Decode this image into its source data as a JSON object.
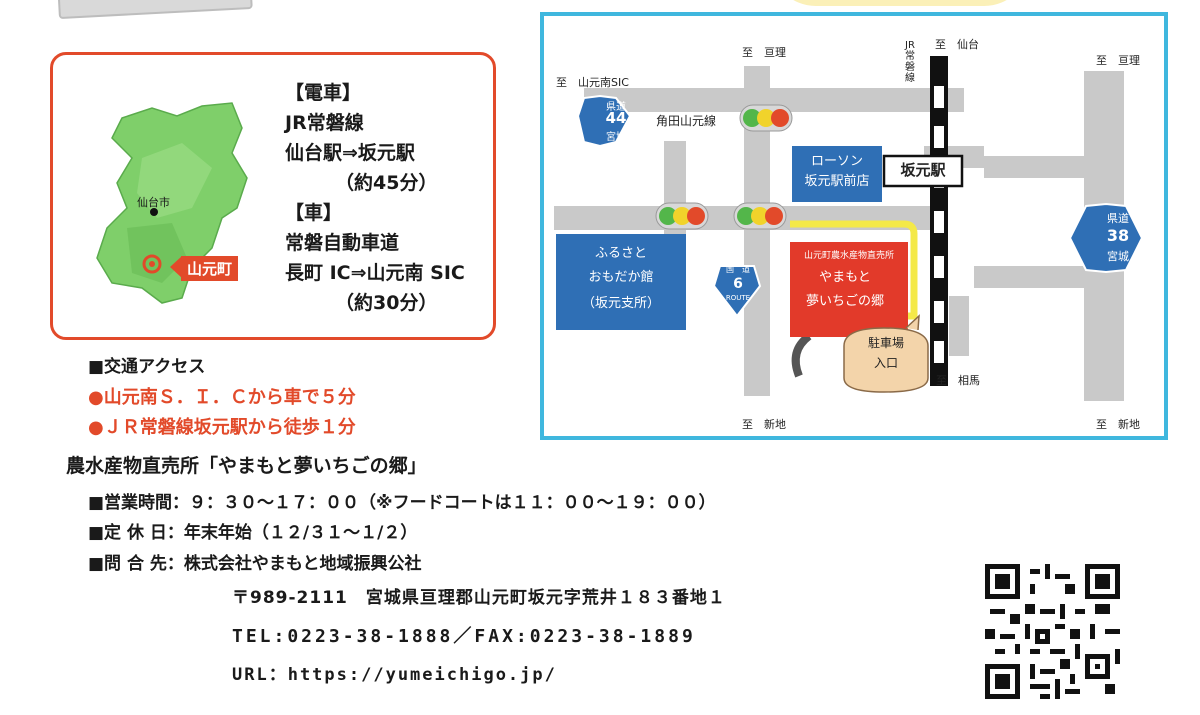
{
  "access_box": {
    "train_heading": "【電車】",
    "train_line": "JR常磐線",
    "train_route": "仙台駅⇒坂元駅",
    "train_time": "（約45分）",
    "car_heading": "【車】",
    "car_road": "常磐自動車道",
    "car_route": "長町 IC⇒山元南 SIC",
    "car_time": "（約30分）",
    "sendai_label": "仙台市",
    "yamamoto_label": "山元町"
  },
  "map": {
    "dir_watari_top": "至　亘理",
    "dir_sendai": "至　仙台",
    "dir_watari_right": "至　亘理",
    "dir_yamamotominami": "至　山元南SIC",
    "jr_line_vertical": "JR常磐線",
    "route44_top": "県道",
    "route44_num": "44",
    "route44_bottom": "宮城",
    "kakuda_line": "角田山元線",
    "lawson_line1": "ローソン",
    "lawson_line2": "坂元駅前店",
    "station": "坂元駅",
    "route38_top": "県道",
    "route38_num": "38",
    "route38_bottom": "宮城",
    "furusato_line1": "ふるさと",
    "furusato_line2": "おもだか館",
    "furusato_line3": "（坂元支所）",
    "route6_top": "国　道",
    "route6_num": "6",
    "route6_bottom": "ROUTE",
    "shop_small": "山元町農水産物直売所",
    "shop_line1": "やまもと",
    "shop_line2": "夢いちごの郷",
    "parking_line1": "駐車場",
    "parking_line2": "入口",
    "dir_soma": "至　相馬",
    "dir_shinchi_left": "至　新地",
    "dir_shinchi_right": "至　新地"
  },
  "info": {
    "access_heading": "■交通アクセス",
    "access_car": "●山元南Ｓ．Ｉ．Ｃから車で５分",
    "access_walk": "●ＪＲ常磐線坂元駅から徒歩１分",
    "shop_name": "農水産物直売所「やまもと夢いちごの郷」",
    "hours": "■営業時間：９：３０～１７：００（※フードコートは１１：００～１９：００）",
    "holiday": "■定 休 日：年末年始（１２/３１～１/２）",
    "contact": "■問 合 先：株式会社やまもと地域振興公社",
    "address": "〒989-2111　宮城県亘理郡山元町坂元字荒井１８３番地１",
    "tel_fax": "TEL:0223-38-1888／FAX:0223-38-1889",
    "url": "URL：https://yumeichigo.jp/"
  },
  "colors": {
    "accent_red": "#e24a2a",
    "map_border": "#3fb7de",
    "road_gray": "#c9c9c9",
    "sign_blue": "#2f6fb5",
    "shop_red": "#e23a2a"
  }
}
